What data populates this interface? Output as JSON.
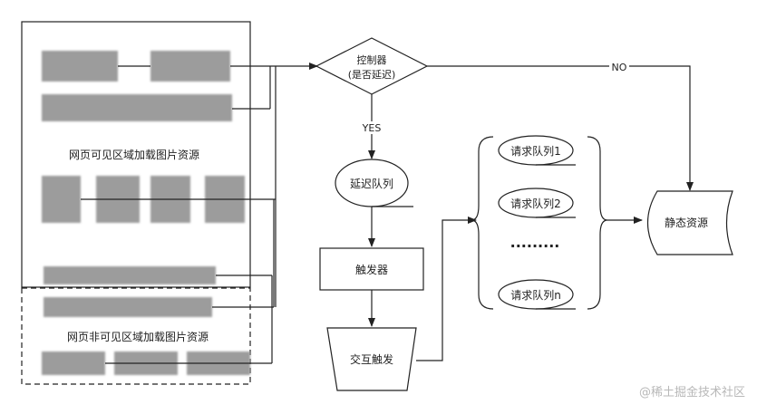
{
  "visible_area": {
    "label": "网页可见区域加载图片资源"
  },
  "hidden_area": {
    "label": "网页非可见区域加载图片资源"
  },
  "controller": {
    "line1": "控制器",
    "line2": "(是否延迟)"
  },
  "edge_labels": {
    "yes": "YES",
    "no": "NO"
  },
  "delay_queue": {
    "label": "延迟队列"
  },
  "trigger": {
    "label": "触发器"
  },
  "interaction_trigger": {
    "label": "交互触发"
  },
  "request_queues": [
    {
      "label": "请求队列1"
    },
    {
      "label": "请求队列2"
    },
    {
      "label": "请求队列n"
    }
  ],
  "ellipsis": "·········",
  "static_resource": {
    "label": "静态资源"
  },
  "watermark": "@稀土掘金技术社区",
  "colors": {
    "placeholder": "#9c9c9c",
    "line": "#222222",
    "watermark": "#b8b8b8"
  }
}
